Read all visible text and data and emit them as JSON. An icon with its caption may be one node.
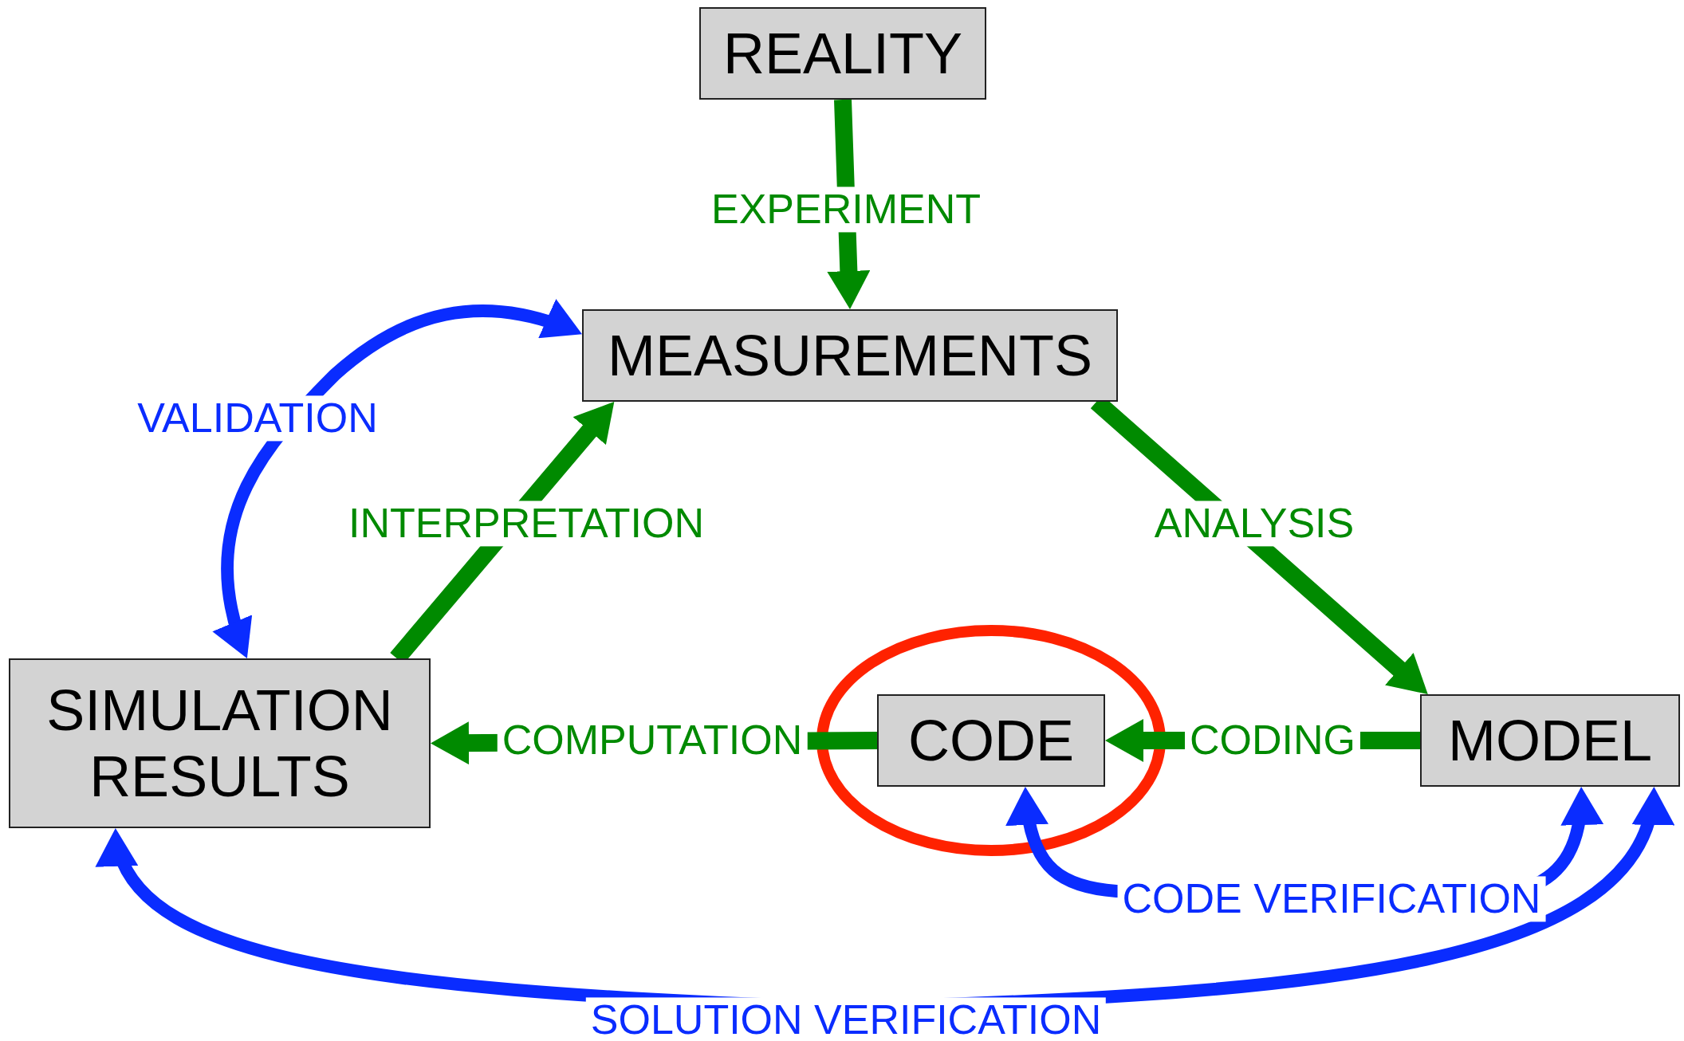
{
  "diagram": {
    "nodes": [
      {
        "text": [
          "REALITY"
        ]
      },
      {
        "text": [
          "MEASUREMENTS"
        ]
      },
      {
        "text": [
          "SIMULATION RESULTS"
        ]
      },
      {
        "text": [
          "CODE"
        ]
      },
      {
        "text": [
          "MODEL"
        ]
      }
    ],
    "edges": [
      {
        "from": 0,
        "to": 1,
        "arrow": "to",
        "label": "EXPERIMENT"
      },
      {
        "from": 2,
        "to": 1,
        "arrow": "to",
        "label": "INTERPRETATION"
      },
      {
        "from": 1,
        "to": 4,
        "arrow": "to",
        "label": "ANALYSIS"
      },
      {
        "from": 3,
        "to": 2,
        "arrow": "to",
        "label": "COMPUTATION"
      },
      {
        "from": 4,
        "to": 3,
        "arrow": "to",
        "label": "CODING"
      },
      {
        "from": 2,
        "to": 1,
        "arrow": "both",
        "label": "VALIDATION",
        "color": "#0a2cff"
      },
      {
        "from": 3,
        "to": 4,
        "arrow": "both",
        "label": "CODE VERIFICATION",
        "color": "#0a2cff"
      },
      {
        "from": 2,
        "to": 4,
        "arrow": "both",
        "label": "SOLUTION VERIFICATION",
        "color": "#0a2cff"
      }
    ]
  }
}
